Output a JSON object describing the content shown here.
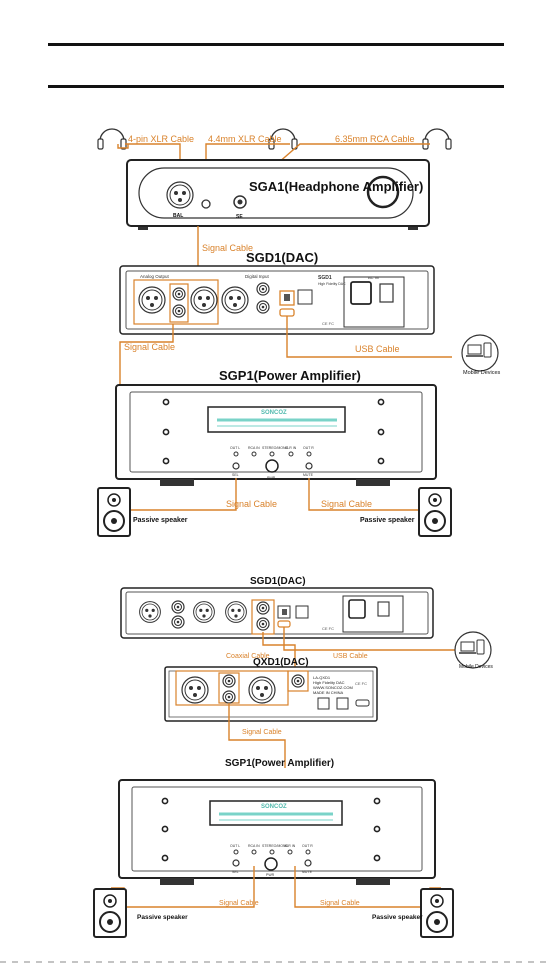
{
  "diagram1": {
    "cables_top": {
      "xlr4": "4-pin XLR Cable",
      "xlr44": "4.4mm XLR Cable",
      "rca635": "6.35mm RCA Cable"
    },
    "amp_title": "SGA1(Headphone Amplifier)",
    "amp_small": {
      "bal": "BAL",
      "se": "SE"
    },
    "signal_cable_1": "Signal Cable",
    "dac_title": "SGD1(DAC)",
    "dac_panel": {
      "analog": "Analog Output",
      "digital": "Digital Input",
      "model": "SGD1",
      "model_sub": "High Fidelity DAC",
      "ac": "AC IN"
    },
    "usb_cable": "USB Cable",
    "mobile": "Mobile Devices",
    "signal_cable_2": "Signal Cable",
    "power_title": "SGP1(Power Amplifier)",
    "brand": "SONCOZ",
    "controls": [
      "OUT L",
      "RCA IN",
      "STEREO/MONO",
      "XLR IN",
      "OUT R"
    ],
    "buttons": [
      "SEL",
      "PWR",
      "MUTE"
    ],
    "signal_cable_left": "Signal Cable",
    "signal_cable_right": "Signal Cable",
    "passive_left": "Passive speaker",
    "passive_right": "Passive speaker"
  },
  "diagram2": {
    "dac_title": "SGD1(DAC)",
    "coaxial_cable": "Coaxial Cable",
    "usb_cable": "USB Cable",
    "mobile": "Mobile Devices",
    "qxd_title": "QXD1(DAC)",
    "qxd_labels": {
      "l1": "LA-QXD1",
      "l2": "High Fidelity DAC",
      "l3": "WWW.SONCOZ.COM",
      "l4": "MADE IN CHINA"
    },
    "signal_cable": "Signal Cable",
    "power_title": "SGP1(Power Amplifier)",
    "brand": "SONCOZ",
    "controls": [
      "OUT L",
      "RCA IN",
      "STEREO/MONO",
      "XLR IN",
      "OUT R"
    ],
    "buttons": [
      "SEL",
      "PWR",
      "MUTE"
    ],
    "signal_cable_left": "Signal Cable",
    "signal_cable_right": "Signal Cable",
    "passive_left": "Passive speaker",
    "passive_right": "Passive speaker"
  },
  "colors": {
    "cable": "#d9822b",
    "device": "#222222",
    "screen": "#7ad3c8"
  }
}
